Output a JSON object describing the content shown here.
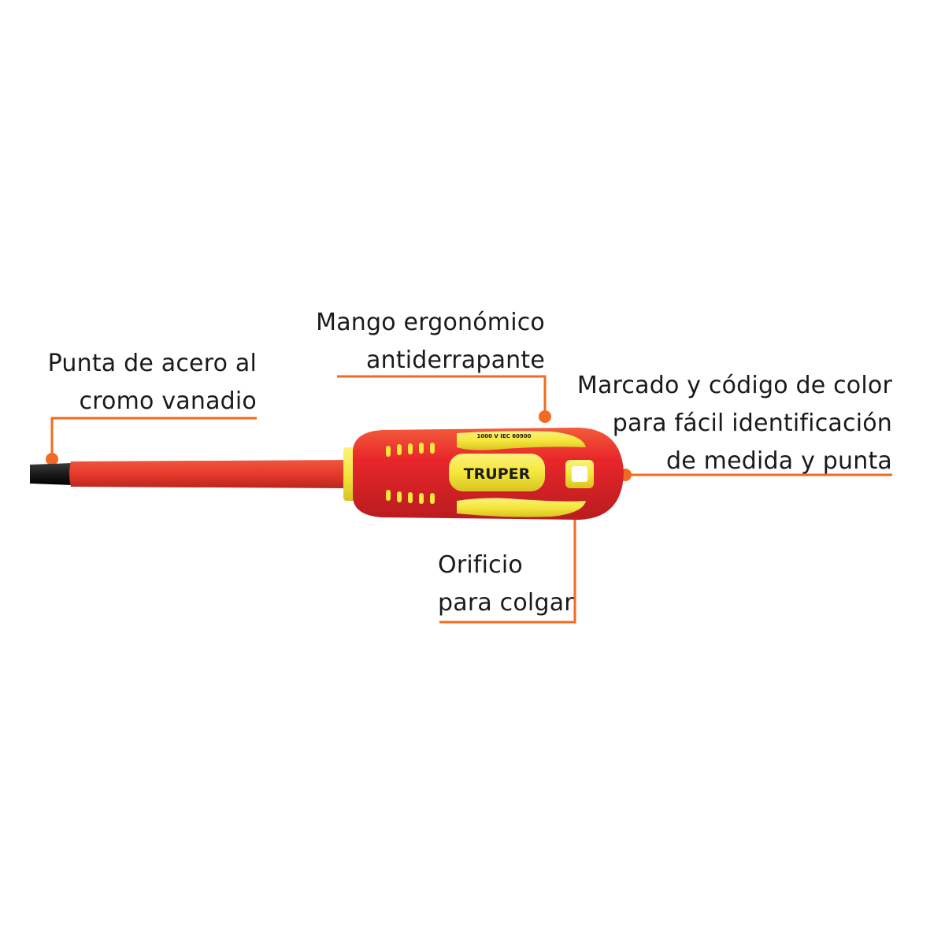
{
  "colors": {
    "leader": "#f26a21",
    "dot": "#f26a21",
    "text": "#1a1a1a",
    "handle_red": "#e8262a",
    "handle_yellow": "#f5e63c",
    "blade_red": "#e53a2c",
    "tip_black": "#1b1b1b"
  },
  "callouts": {
    "tip": {
      "lines": [
        "Punta de acero al",
        "cromo vanadio"
      ]
    },
    "grip": {
      "lines": [
        "Mango ergonómico",
        "antiderrapante"
      ]
    },
    "marking": {
      "lines": [
        "Marcado y código de color",
        "para fácil identificación",
        "de medida y punta"
      ]
    },
    "hole": {
      "lines": [
        "Orificio",
        "para colgar"
      ]
    }
  },
  "product": {
    "brand_label": "TRUPER",
    "handle_marking": "1000 V IEC 60900"
  }
}
